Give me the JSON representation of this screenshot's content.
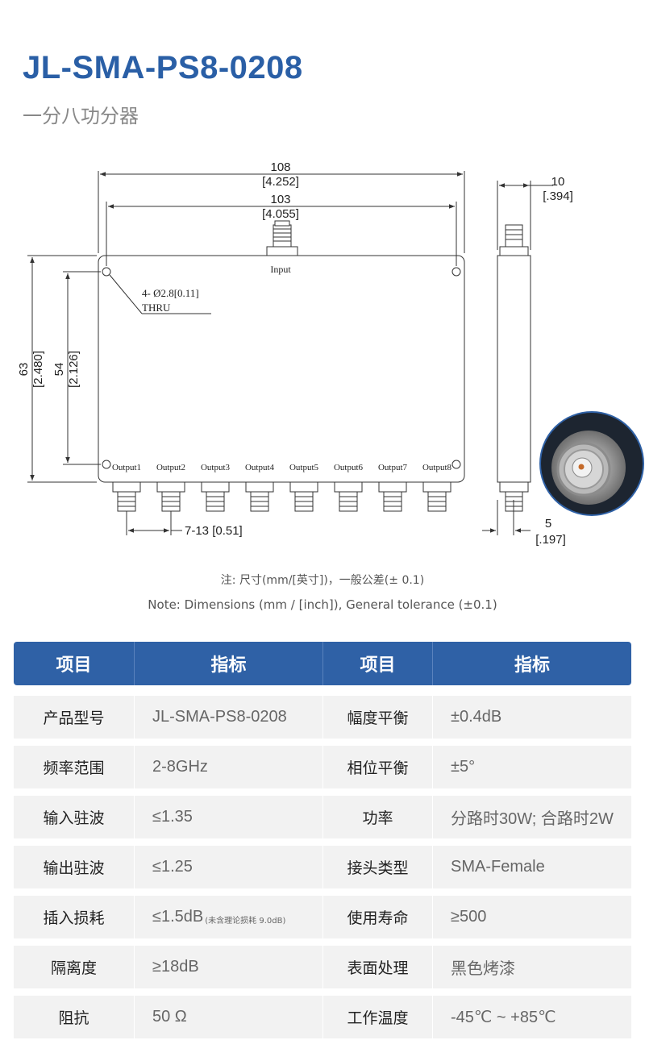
{
  "header": {
    "title": "JL-SMA-PS8-0208",
    "subtitle": "一分八功分器"
  },
  "drawing": {
    "dims": {
      "overall_width": "108",
      "overall_width_in": "[4.252]",
      "hole_spacing": "103",
      "hole_spacing_in": "[4.055]",
      "thickness": "10",
      "thickness_in": "[.394]",
      "overall_height": "63",
      "overall_height_in": "[2.480]",
      "hole_height": "54",
      "hole_height_in": "[2.126]",
      "connector_pitch": "7-13 [0.51]",
      "offset": "5",
      "offset_in": "[.197]"
    },
    "labels": {
      "input": "Input",
      "holes": "4- Ø2.8[0.11]",
      "thru": "THRU",
      "outputs": [
        "Output1",
        "Output2",
        "Output3",
        "Output4",
        "Output5",
        "Output6",
        "Output7",
        "Output8"
      ]
    }
  },
  "notes": {
    "cn": "注: 尺寸(mm/[英寸])，一般公差(± 0.1)",
    "en": "Note: Dimensions (mm / [inch]), General tolerance (±0.1)"
  },
  "table": {
    "headers": [
      "项目",
      "指标",
      "项目",
      "指标"
    ],
    "rows": [
      {
        "k1": "产品型号",
        "v1": "JL-SMA-PS8-0208",
        "k2": "幅度平衡",
        "v2": "±0.4dB"
      },
      {
        "k1": "频率范围",
        "v1": "2-8GHz",
        "k2": "相位平衡",
        "v2": "±5°"
      },
      {
        "k1": "输入驻波",
        "v1": "≤1.35",
        "k2": "功率",
        "v2": "分路时30W; 合路时2W"
      },
      {
        "k1": "输出驻波",
        "v1": "≤1.25",
        "k2": "接头类型",
        "v2": "SMA-Female"
      },
      {
        "k1": "插入损耗",
        "v1": "≤1.5dB",
        "v1_note": "(未含理论损耗 9.0dB)",
        "k2": "使用寿命",
        "v2": "≥500"
      },
      {
        "k1": "隔离度",
        "v1": "≥18dB",
        "k2": "表面处理",
        "v2": "黑色烤漆"
      },
      {
        "k1": "阻抗",
        "v1": "50 Ω",
        "k2": "工作温度",
        "v2": "-45℃ ~ +85℃"
      }
    ]
  }
}
